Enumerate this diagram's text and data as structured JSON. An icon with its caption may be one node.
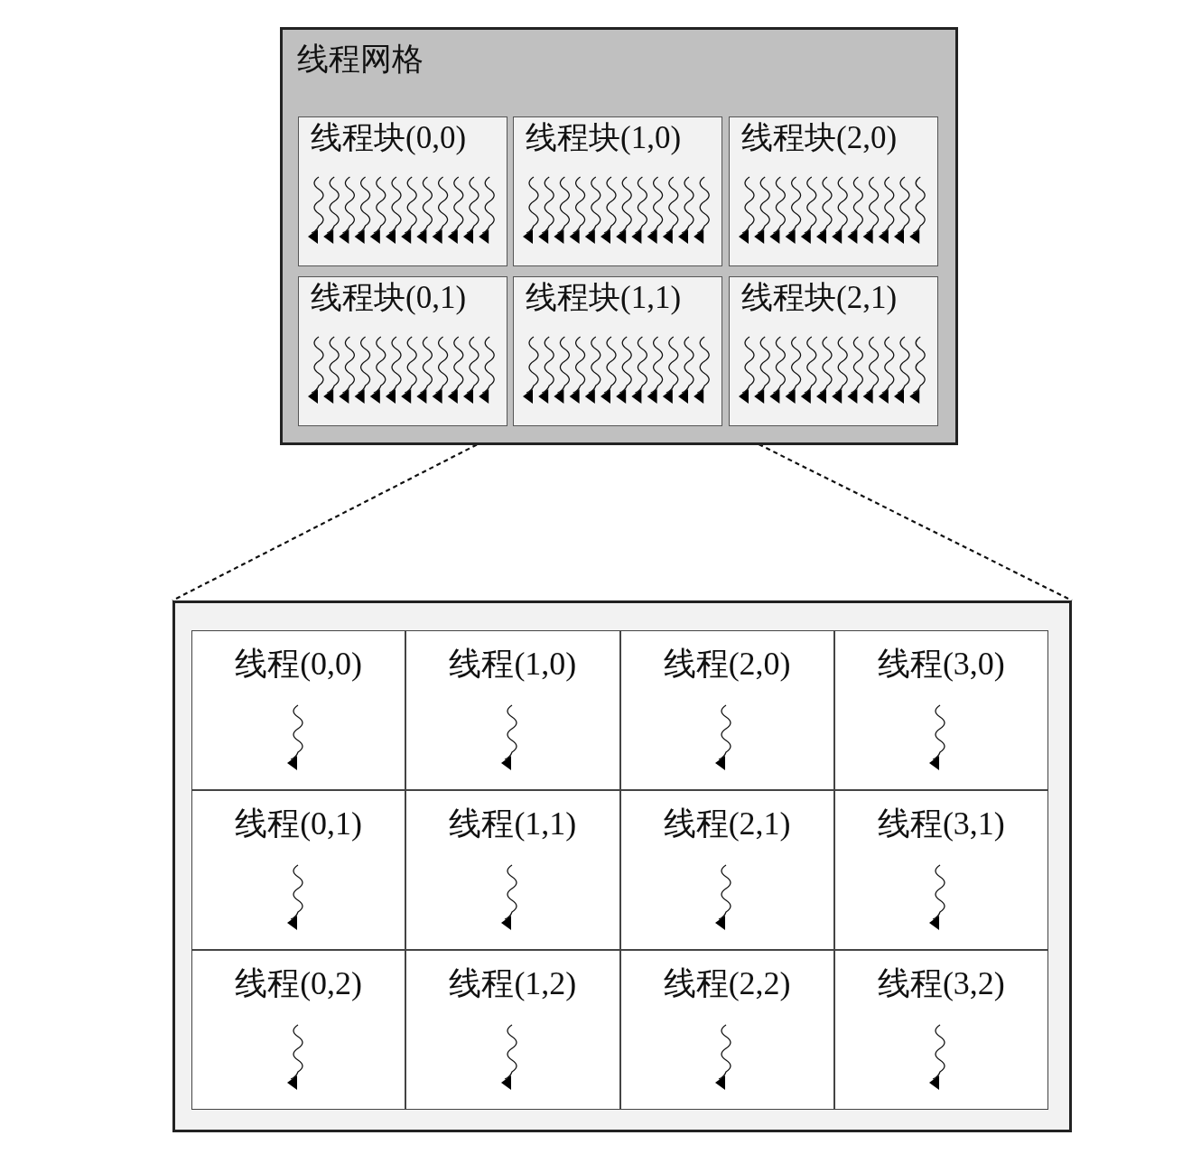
{
  "diagram": {
    "nodes": [
      {
        "text": [
          "线程网格"
        ]
      },
      {
        "text": [
          "线程块(0,0)"
        ],
        "in": 0
      },
      {
        "text": [
          "线程块(1,0)"
        ],
        "in": 0
      },
      {
        "text": [
          "线程块(2,0)"
        ],
        "in": 0
      },
      {
        "text": [
          "线程块(0,1)"
        ],
        "in": 0
      },
      {
        "text": [
          "线程块(1,1)"
        ],
        "in": 0
      },
      {
        "text": [
          "线程块(2,1)"
        ],
        "in": 0
      },
      {
        "text": [],
        "shape": "box"
      },
      {
        "text": [
          "线程(0,0)"
        ],
        "in": 7
      },
      {
        "text": [
          "线程(1,0)"
        ],
        "in": 7
      },
      {
        "text": [
          "线程(2,0)"
        ],
        "in": 7
      },
      {
        "text": [
          "线程(3,0)"
        ],
        "in": 7
      },
      {
        "text": [
          "线程(0,1)"
        ],
        "in": 7
      },
      {
        "text": [
          "线程(1,1)"
        ],
        "in": 7
      },
      {
        "text": [
          "线程(2,1)"
        ],
        "in": 7
      },
      {
        "text": [
          "线程(3,1)"
        ],
        "in": 7
      },
      {
        "text": [
          "线程(0,2)"
        ],
        "in": 7
      },
      {
        "text": [
          "线程(1,2)"
        ],
        "in": 7
      },
      {
        "text": [
          "线程(2,2)"
        ],
        "in": 7
      },
      {
        "text": [
          "线程(3,2)"
        ],
        "in": 7
      }
    ],
    "edges": [
      {
        "from": 5,
        "to": 7,
        "arrow": "none",
        "style": "dashed"
      },
      {
        "from": 5,
        "to": 7,
        "arrow": "none",
        "style": "dashed"
      }
    ]
  }
}
